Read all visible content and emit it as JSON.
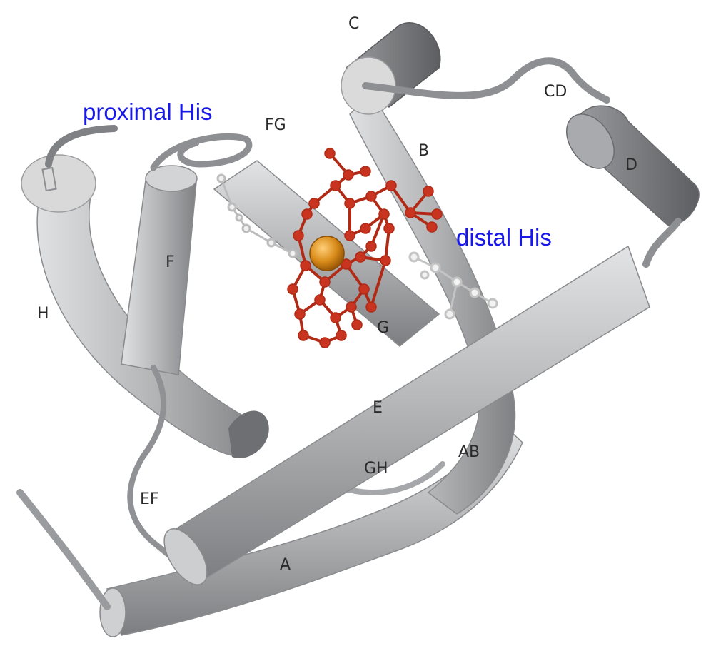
{
  "colors": {
    "helix": "#b9babc",
    "helix_dark": "#7b7c7f",
    "helix_face": "#dcdcdd",
    "heme": "#c0321c",
    "iron": "#d98c1a",
    "his_sidechain": "#e6e6e6",
    "annotation": "#1818e8",
    "label": "#2a2a2a"
  },
  "annotations": {
    "proximal_his": "proximal His",
    "distal_his": "distal His"
  },
  "labels": {
    "A": "A",
    "AB": "AB",
    "B": "B",
    "C": "C",
    "CD": "CD",
    "D": "D",
    "E": "E",
    "EF": "EF",
    "F": "F",
    "FG": "FG",
    "G": "G",
    "GH": "GH",
    "H": "H"
  }
}
